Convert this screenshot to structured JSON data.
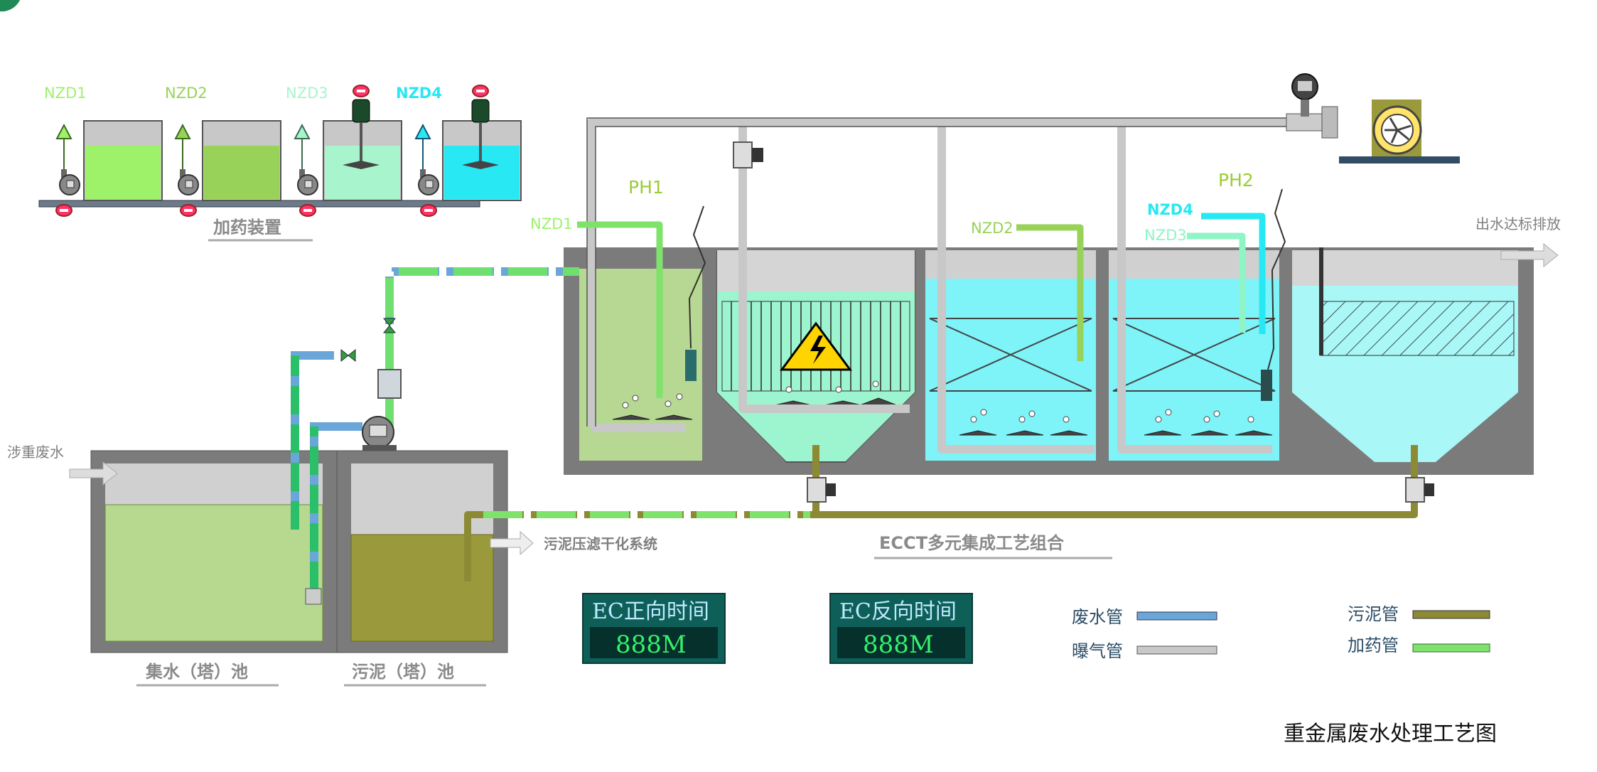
{
  "dosing": {
    "title": "加药装置",
    "units": [
      {
        "label": "NZD1",
        "color": "#9ef26a"
      },
      {
        "label": "NZD2",
        "color": "#99d258"
      },
      {
        "label": "NZD3",
        "color": "#a8f5cd"
      },
      {
        "label": "NZD4",
        "color": "#27e8f3"
      }
    ]
  },
  "tanks": {
    "collection": "集水（塔）池",
    "sludge": "污泥（塔）池",
    "ecct": "ECCT多元集成工艺组合"
  },
  "flows": {
    "inlet": "涉重废水",
    "outlet": "出水达标排放",
    "sludge_out": "污泥压滤干化系统"
  },
  "process_labels": {
    "ph1": "PH1",
    "ph2": "PH2",
    "nzd1": "NZD1",
    "nzd2": "NZD2",
    "nzd3": "NZD3",
    "nzd4": "NZD4"
  },
  "displays": [
    {
      "title": "EC正向时间",
      "value": "888M"
    },
    {
      "title": "EC反向时间",
      "value": "888M"
    }
  ],
  "legend": [
    {
      "label": "废水管",
      "color": "#6aa6d8"
    },
    {
      "label": "曝气管",
      "color": "#c8c8c8"
    },
    {
      "label": "污泥管",
      "color": "#8d8a35"
    },
    {
      "label": "加药管",
      "color": "#7fe36b"
    }
  ],
  "caption": "重金属废水处理工艺图",
  "colors": {
    "wall": "#7b7b7b",
    "waste_pipe": "#6aa6d8",
    "air_pipe": "#c8c8c8",
    "sludge_pipe": "#8d8a35",
    "dose_pipe": "#7fe36b",
    "display_bg": "#0f5f59",
    "display_inner": "#06302c"
  }
}
